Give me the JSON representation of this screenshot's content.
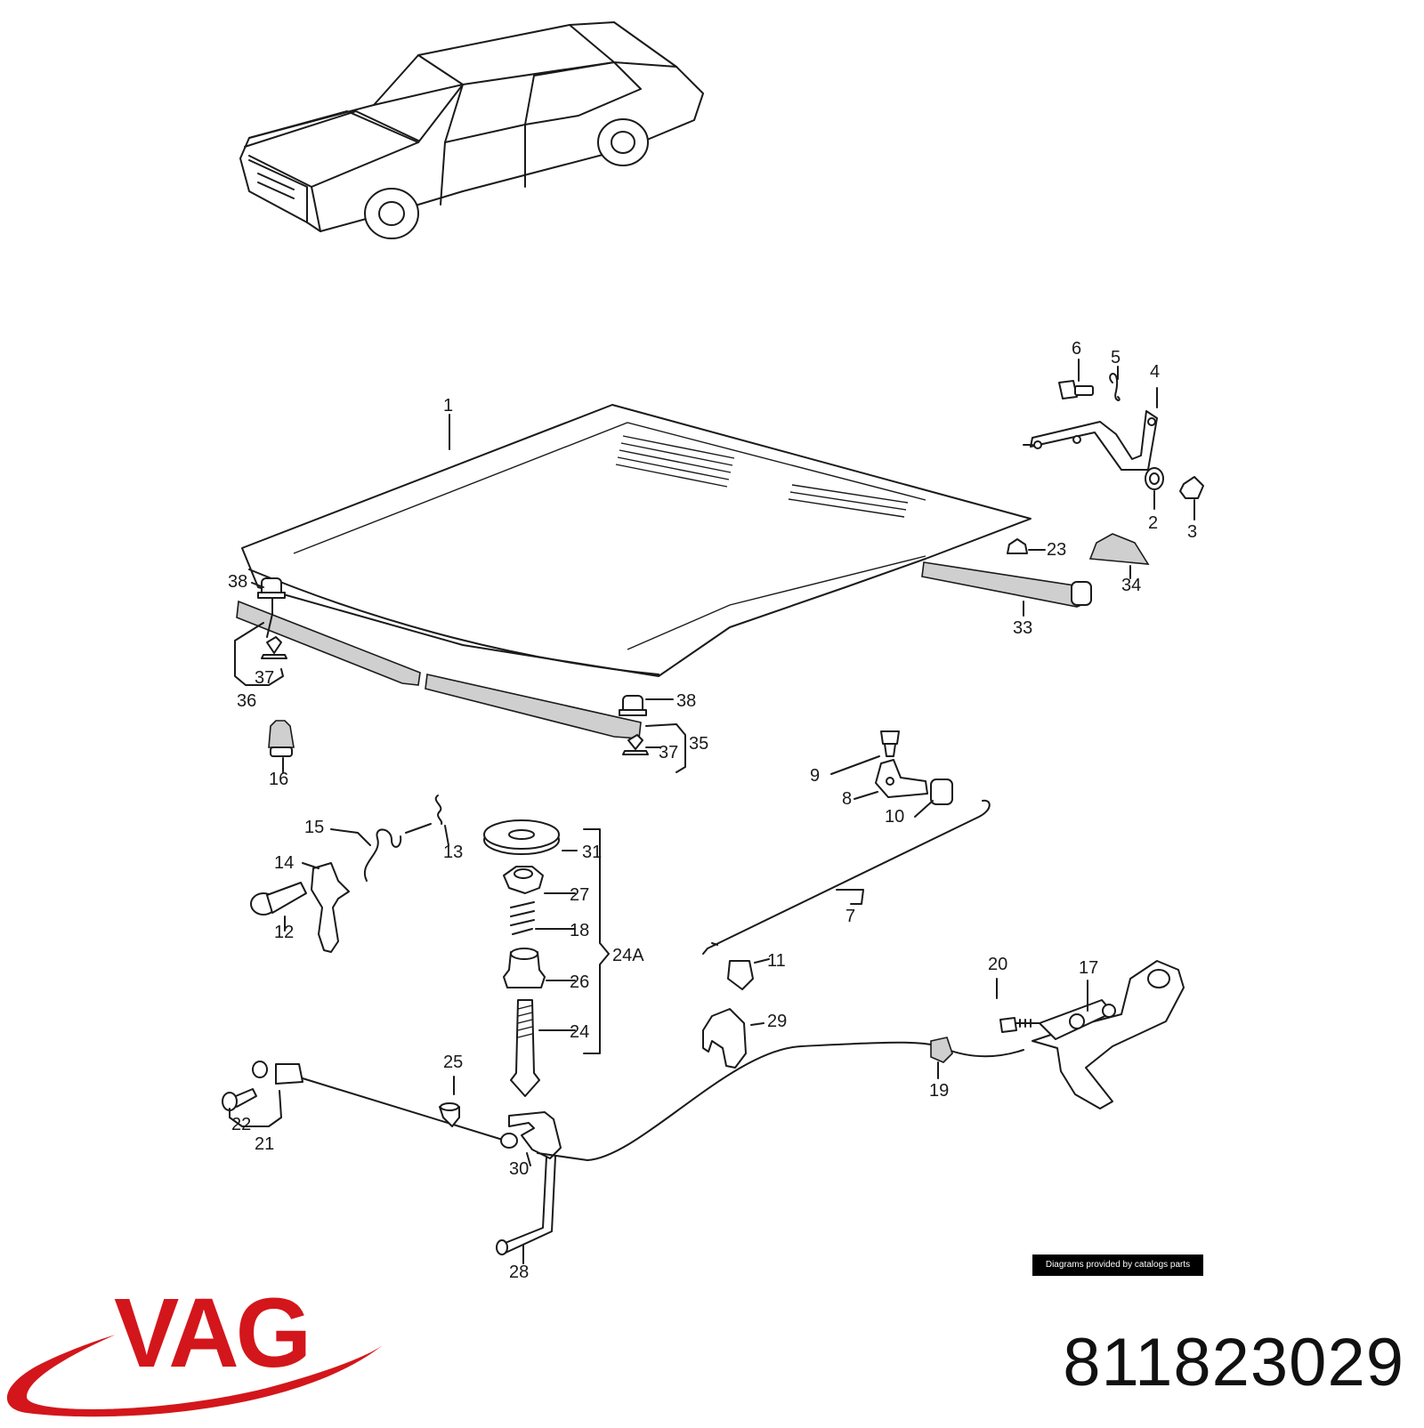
{
  "callouts": [
    "1",
    "2",
    "3",
    "4",
    "5",
    "6",
    "7",
    "8",
    "9",
    "10",
    "11",
    "12",
    "13",
    "14",
    "15",
    "16",
    "17",
    "18",
    "19",
    "20",
    "21",
    "22",
    "23",
    "24",
    "24A",
    "25",
    "26",
    "27",
    "28",
    "29",
    "30",
    "31",
    "33",
    "34",
    "35",
    "36",
    "37",
    "38"
  ],
  "credit": "Diagrams provided by catalogs parts",
  "brand": {
    "name": "VAG",
    "color": "#d3161b"
  },
  "part_number": "811823029"
}
